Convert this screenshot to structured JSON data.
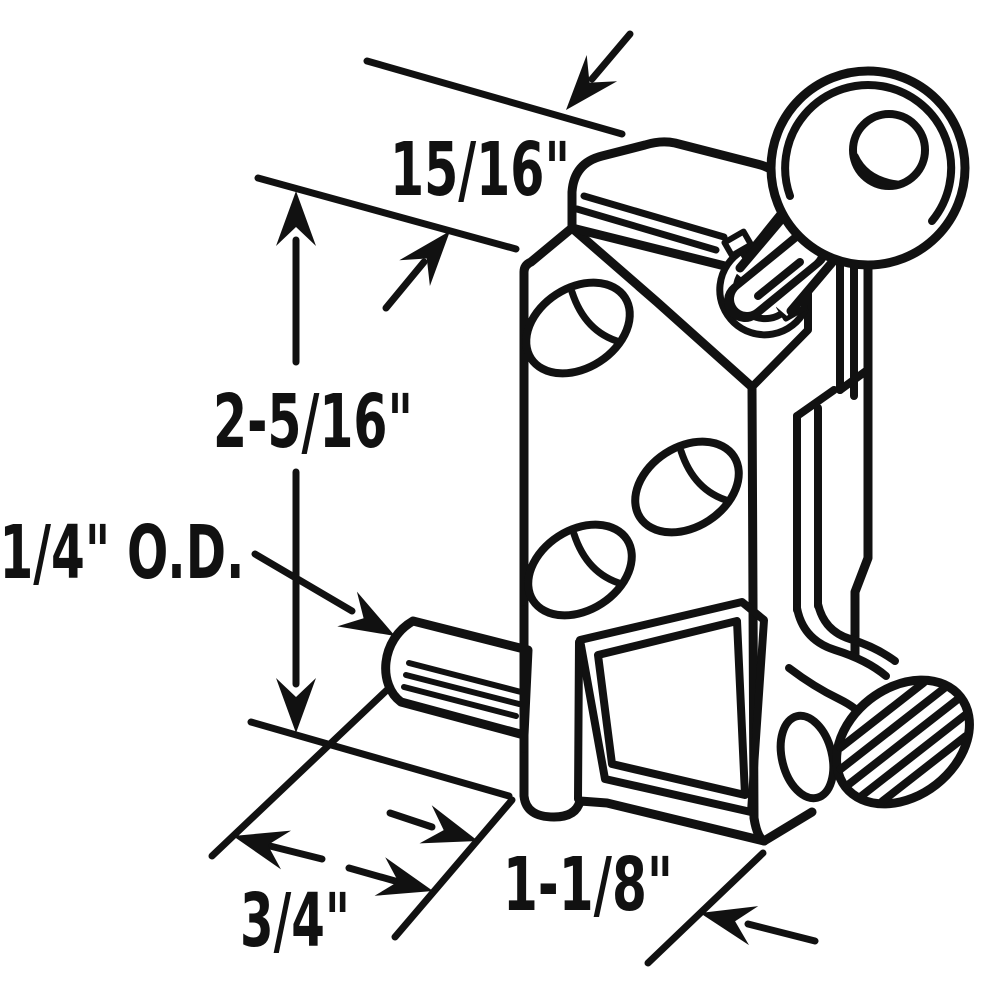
{
  "diagram": {
    "type": "product dimension line drawing",
    "subject": "keyed sliding-window lock with protruding locking pin, inserted key and thumb-turn wing",
    "style": {
      "ink": "#111111",
      "background": "#ffffff"
    },
    "labels": {
      "top_width": "15/16\"",
      "height": "2-5/16\"",
      "pin_od": "1/4\" O.D.",
      "pin_projection": "3/4\"",
      "base_depth": "1-1/8\""
    }
  }
}
